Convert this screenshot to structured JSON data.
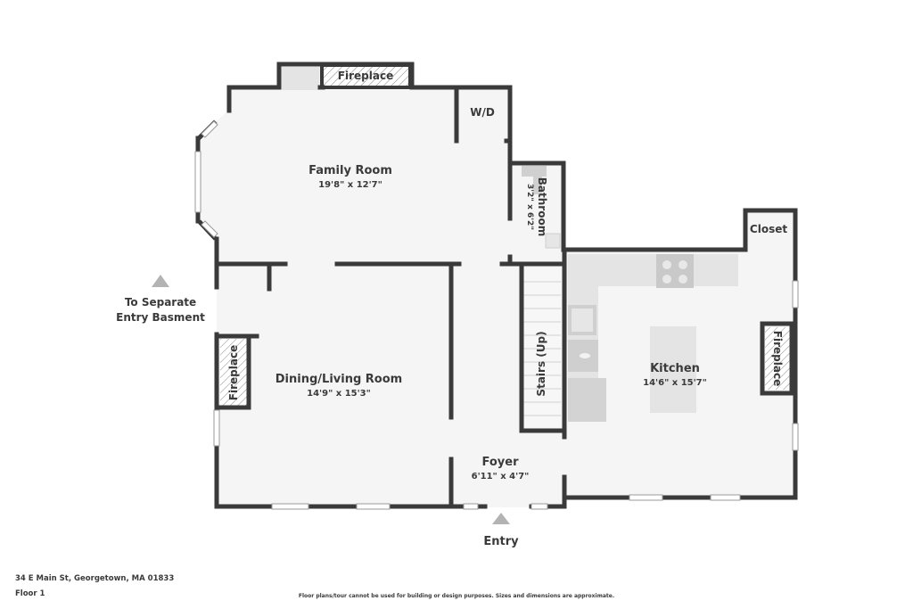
{
  "plan": {
    "address": "34 E Main St, Georgetown, MA 01833",
    "floor_label": "Floor 1",
    "disclaimer": "Floor plans/tour cannot be used for building or design purposes. Sizes and dimensions are approximate."
  },
  "rooms": {
    "family_room": {
      "name": "Family Room",
      "dims": "19'8\" x 12'7\""
    },
    "wd": {
      "name": "W/D"
    },
    "bathroom": {
      "name": "Bathroom",
      "dims": "3'2\" x 6'2\""
    },
    "dining_living": {
      "name": "Dining/Living Room",
      "dims": "14'9\" x 15'3\""
    },
    "foyer": {
      "name": "Foyer",
      "dims": "6'11\" x 4'7\""
    },
    "stairs": {
      "name": "Stairs (Up)"
    },
    "kitchen": {
      "name": "Kitchen",
      "dims": "14'6\" x 15'7\""
    },
    "closet": {
      "name": "Closet"
    }
  },
  "features": {
    "fireplace_top": "Fireplace",
    "fireplace_left": "Fireplace",
    "fireplace_right": "Fireplace"
  },
  "markers": {
    "basement_entry_line1": "To Separate",
    "basement_entry_line2": "Entry Basment",
    "main_entry": "Entry"
  },
  "colors": {
    "wall": "#3a3a3a",
    "floor": "#f5f5f5",
    "fixture": "#dcdcdc",
    "marker": "#b3b3b3"
  }
}
